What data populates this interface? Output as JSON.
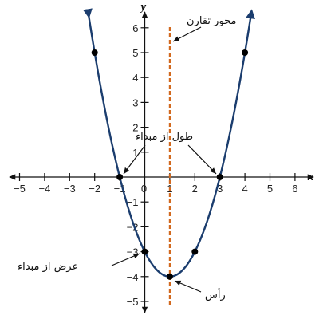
{
  "chart_data": {
    "type": "line",
    "title": "",
    "xlabel": "x",
    "ylabel": "y",
    "xlim": [
      -5,
      6
    ],
    "ylim": [
      -5,
      6
    ],
    "x_ticks": [
      -5,
      -4,
      -3,
      -2,
      -1,
      0,
      1,
      2,
      3,
      4,
      5,
      6
    ],
    "y_ticks": [
      -5,
      -4,
      -3,
      -2,
      -1,
      1,
      2,
      3,
      4,
      5,
      6
    ],
    "grid": false,
    "series": [
      {
        "function": "y = (x - 1)^2 - 4",
        "domain": [
          -2.25,
          4.25
        ],
        "color": "#1b3d6e",
        "arrows_at_ends": true
      }
    ],
    "points": [
      {
        "x": -2,
        "y": 5
      },
      {
        "x": -1,
        "y": 0
      },
      {
        "x": 0,
        "y": -3
      },
      {
        "x": 1,
        "y": -4
      },
      {
        "x": 2,
        "y": -3
      },
      {
        "x": 3,
        "y": 0
      },
      {
        "x": 4,
        "y": 5
      }
    ],
    "axis_of_symmetry": {
      "x": 1,
      "style": "dashed",
      "color": "#d2691e"
    },
    "annotations": [
      {
        "text": "محور تقارن",
        "target": "axis-of-symmetry"
      },
      {
        "text": "طول از مبداء",
        "targets": [
          {
            "x": -1,
            "y": 0
          },
          {
            "x": 3,
            "y": 0
          }
        ]
      },
      {
        "text": "عرض از مبداء",
        "target": {
          "x": 0,
          "y": -3
        }
      },
      {
        "text": "رأس",
        "target": {
          "x": 1,
          "y": -4
        }
      }
    ]
  }
}
